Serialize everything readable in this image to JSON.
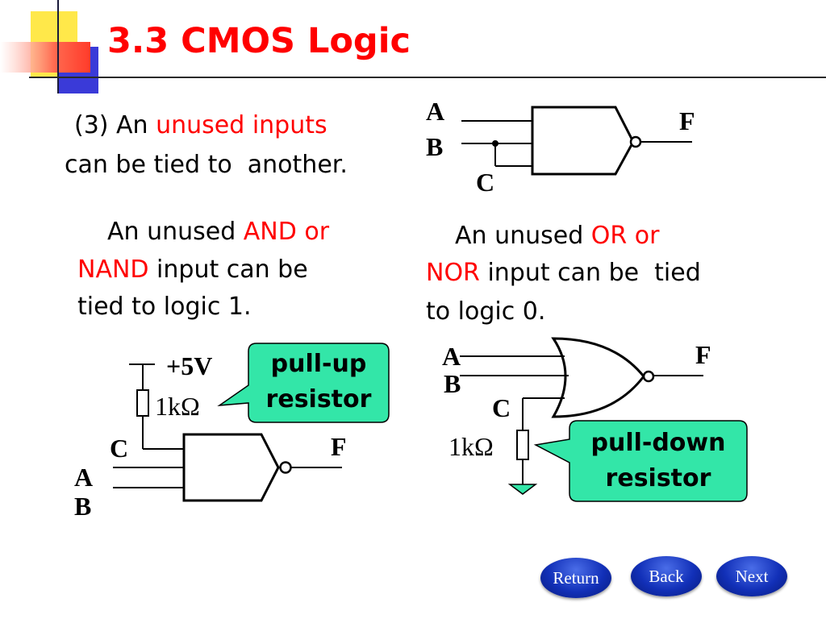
{
  "slide": {
    "title": "3.3 CMOS Logic",
    "point3": {
      "prefix": "(3) An ",
      "highlight": "unused inputs",
      "line2": "can be tied to  another."
    },
    "and_note": {
      "prefix": "An unused ",
      "highlight1": "AND or",
      "highlight2": "NAND",
      "mid": " input can be",
      "line3": "tied to logic 1."
    },
    "or_note": {
      "prefix": "An unused ",
      "highlight1": "OR or",
      "highlight2": "NOR",
      "mid": " input can be  tied",
      "line3": "to logic 0."
    },
    "top_gate": {
      "a": "A",
      "b": "B",
      "c": "C",
      "f": "F"
    },
    "nand_pullup": {
      "vcc": "+5V",
      "resistor": "1kΩ",
      "c": "C",
      "a": "A",
      "b": "B",
      "f": "F",
      "callout_line1": "pull-up",
      "callout_line2": "resistor"
    },
    "nor_pulldown": {
      "a": "A",
      "b": "B",
      "c": "C",
      "f": "F",
      "resistor": "1kΩ",
      "callout_line1": "pull-down",
      "callout_line2": "resistor"
    }
  },
  "navigation": {
    "return_label": "Return",
    "back_label": "Back",
    "next_label": "Next"
  },
  "colors": {
    "accent_red": "#ff0000",
    "callout_green": "#33e6a8",
    "nav_blue": "#1230b8",
    "deco_yellow": "#ffe84a",
    "deco_blue": "#3a3ad8"
  }
}
